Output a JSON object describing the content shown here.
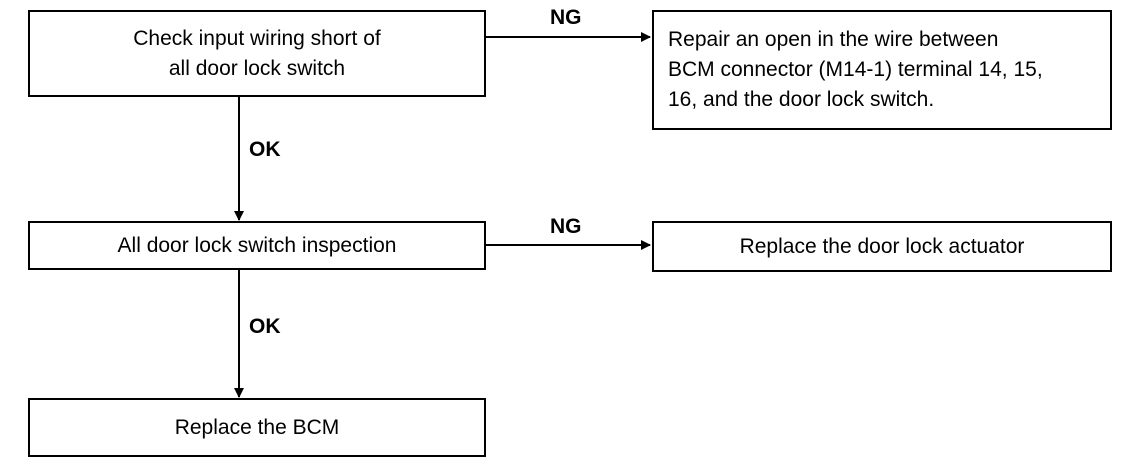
{
  "nodes": {
    "check_wiring": {
      "lines": [
        "Check input wiring short of",
        "all door lock switch"
      ]
    },
    "repair_open": {
      "lines": [
        "Repair an open in the wire between",
        "BCM connector (M14-1) terminal 14, 15,",
        "16, and the door lock switch."
      ]
    },
    "switch_inspection": {
      "lines": [
        "All door lock switch inspection"
      ]
    },
    "replace_actuator": {
      "lines": [
        "Replace the door lock actuator"
      ]
    },
    "replace_bcm": {
      "lines": [
        "Replace the BCM"
      ]
    }
  },
  "edges": {
    "check_to_repair": "NG",
    "check_to_inspection": "OK",
    "inspection_to_actuator": "NG",
    "inspection_to_bcm": "OK"
  }
}
